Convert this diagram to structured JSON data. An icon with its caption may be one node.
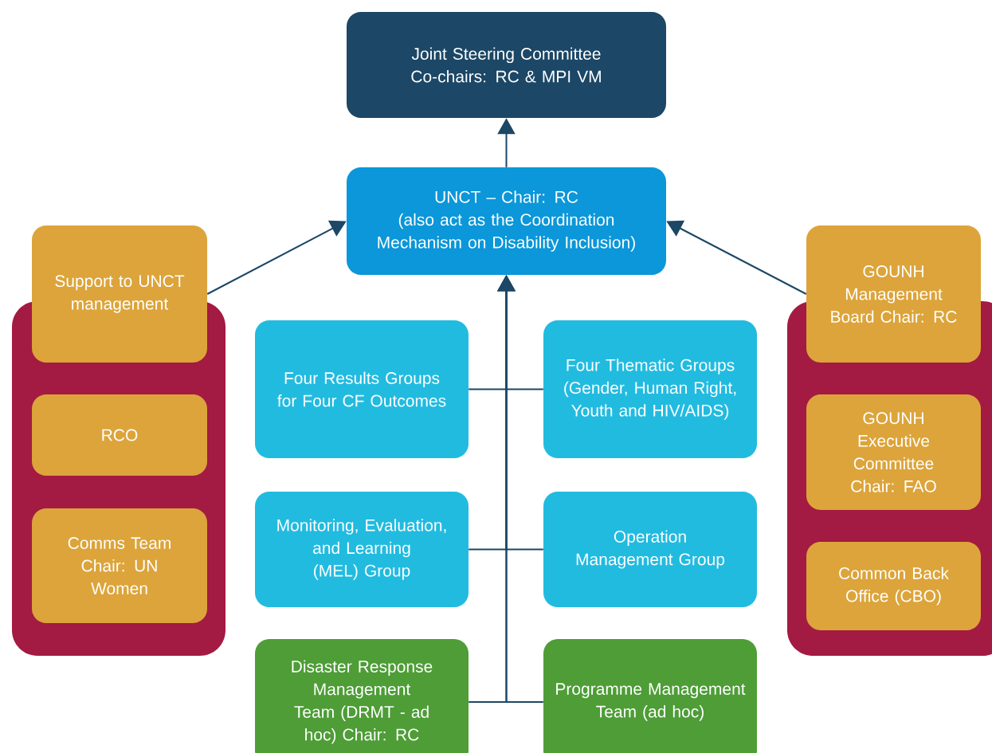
{
  "diagram": {
    "nodes": [
      {
        "text": [
          "Joint Steering Committee",
          "Co-chairs: RC & MPI VM"
        ]
      },
      {
        "text": [
          "UNCT – Chair: RC",
          "(also act as the Coordination Mechanism on Disability Inclusion)"
        ]
      },
      {
        "text": [],
        "shape": "box"
      },
      {
        "text": [
          "Support to UNCT management"
        ]
      },
      {
        "text": [
          "RCO"
        ],
        "in": 2
      },
      {
        "text": [
          "Comms Team Chair: UN Women"
        ],
        "in": 2
      },
      {
        "text": [],
        "shape": "box"
      },
      {
        "text": [
          "GOUNH Management Board Chair: RC"
        ]
      },
      {
        "text": [
          "GOUNH Executive Committee Chair: FAO"
        ],
        "in": 6
      },
      {
        "text": [
          "Common Back Office (CBO)"
        ],
        "in": 6
      },
      {
        "text": [
          "Four Results Groups for Four CF Outcomes"
        ]
      },
      {
        "text": [
          "Four Thematic Groups (Gender, Human Right, Youth and HIV/AIDS)"
        ]
      },
      {
        "text": [
          "Monitoring, Evaluation, and Learning (MEL) Group"
        ]
      },
      {
        "text": [
          "Operation Management Group"
        ]
      },
      {
        "text": [
          "Disaster Response Management Team (DRMT - ad hoc) Chair: RC"
        ]
      },
      {
        "text": [
          "Programme Management Team (ad hoc)"
        ]
      }
    ],
    "edges": [
      {
        "from": 1,
        "to": 0,
        "arrow": "to"
      },
      {
        "from": 3,
        "to": 1,
        "arrow": "to"
      },
      {
        "from": 7,
        "to": 1,
        "arrow": "to"
      },
      {
        "from": 10,
        "to": 1,
        "arrow": "to"
      },
      {
        "from": 11,
        "to": 1,
        "arrow": "to"
      },
      {
        "from": 12,
        "to": 1,
        "arrow": "to"
      },
      {
        "from": 13,
        "to": 1,
        "arrow": "to"
      },
      {
        "from": 14,
        "to": 1,
        "arrow": "to"
      },
      {
        "from": 15,
        "to": 1,
        "arrow": "to"
      }
    ]
  }
}
